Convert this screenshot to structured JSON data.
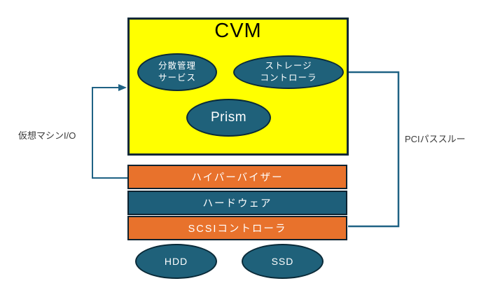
{
  "diagram": {
    "title": "CVM",
    "cvm_box": {
      "label": "CVM",
      "services": [
        {
          "id": "distributed-management-service",
          "line1": "分散管理",
          "line2": "サービス"
        },
        {
          "id": "storage-controller",
          "line1": "ストレージ",
          "line2": "コントローラ"
        },
        {
          "id": "prism",
          "line1": "Prism"
        }
      ]
    },
    "layers": [
      {
        "id": "hypervisor",
        "label": "ハイパーバイザー",
        "color": "#e8722c"
      },
      {
        "id": "hardware",
        "label": "ハードウェア",
        "color": "#1e5f7a"
      },
      {
        "id": "scsi-controller",
        "label": "SCSIコントローラ",
        "color": "#e8722c"
      }
    ],
    "disks": [
      {
        "id": "hdd",
        "label": "HDD"
      },
      {
        "id": "ssd",
        "label": "SSD"
      }
    ],
    "connectors": [
      {
        "id": "virtual-machine-io",
        "label": "仮想マシンI/O",
        "from": "hypervisor",
        "to": "cvm-box",
        "arrow": true
      },
      {
        "id": "pci-passthrough",
        "label": "PCIパススルー",
        "from": "storage-controller",
        "to": "scsi-controller",
        "arrow": false
      }
    ],
    "colors": {
      "cvm_fill": "#ffff00",
      "box_border": "#0d2836",
      "ellipse_fill": "#1f617a",
      "ellipse_border": "#0a2a38",
      "orange": "#e8722c",
      "teal": "#1e5f7a",
      "wire": "#1f6284",
      "label_text": "#3b3b3b",
      "shape_text": "#ffffff",
      "title_text": "#000000"
    }
  }
}
